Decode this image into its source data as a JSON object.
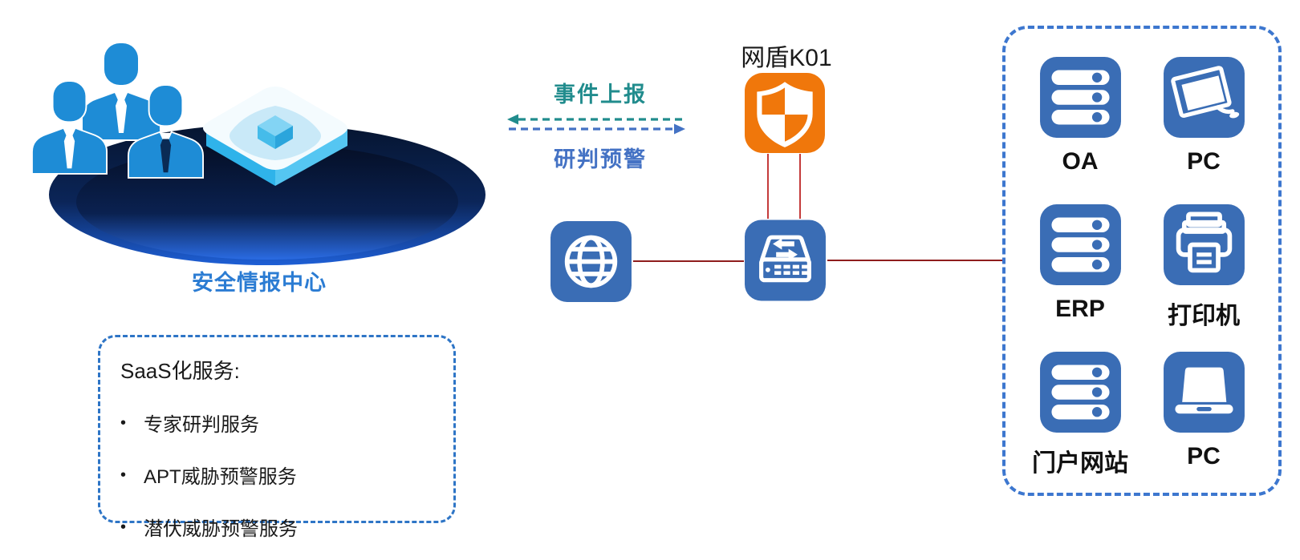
{
  "intel_center": {
    "label": "安全情报中心",
    "icon": "people-platform-illustration"
  },
  "saas_box": {
    "title": "SaaS化服务:",
    "bullet": "•",
    "items": [
      "专家研判服务",
      "APT威胁预警服务",
      "潜伏威胁预警服务"
    ]
  },
  "link": {
    "report_label": "事件上报",
    "warn_label": "研判预警",
    "report_direction": "left",
    "warn_direction": "right"
  },
  "gateway": {
    "label": "网盾K01",
    "icon": "shield-icon"
  },
  "internet": {
    "icon": "globe-icon"
  },
  "switch": {
    "icon": "switch-icon"
  },
  "lan": {
    "devices": [
      {
        "label": "OA",
        "icon": "server-icon"
      },
      {
        "label": "PC",
        "icon": "monitor-icon"
      },
      {
        "label": "ERP",
        "icon": "server-icon"
      },
      {
        "label": "打印机",
        "icon": "printer-icon"
      },
      {
        "label": "门户网站",
        "icon": "server-icon"
      },
      {
        "label": "PC",
        "icon": "laptop-icon"
      }
    ]
  },
  "colors": {
    "device_blue": "#3A6DB5",
    "dashed_border_blue": "#2E75C6",
    "panel_border_blue": "#3D77CF",
    "teal_flow": "#218C8D",
    "blue_flow": "#4472C4",
    "gateway_orange": "#F0770B",
    "red_link": "#8F1D1D",
    "title_blue": "#2B7CD3",
    "people_blue": "#1E8CD6",
    "platform_navy": "#0B2558",
    "platform_cyan": "#2FB3EA"
  }
}
